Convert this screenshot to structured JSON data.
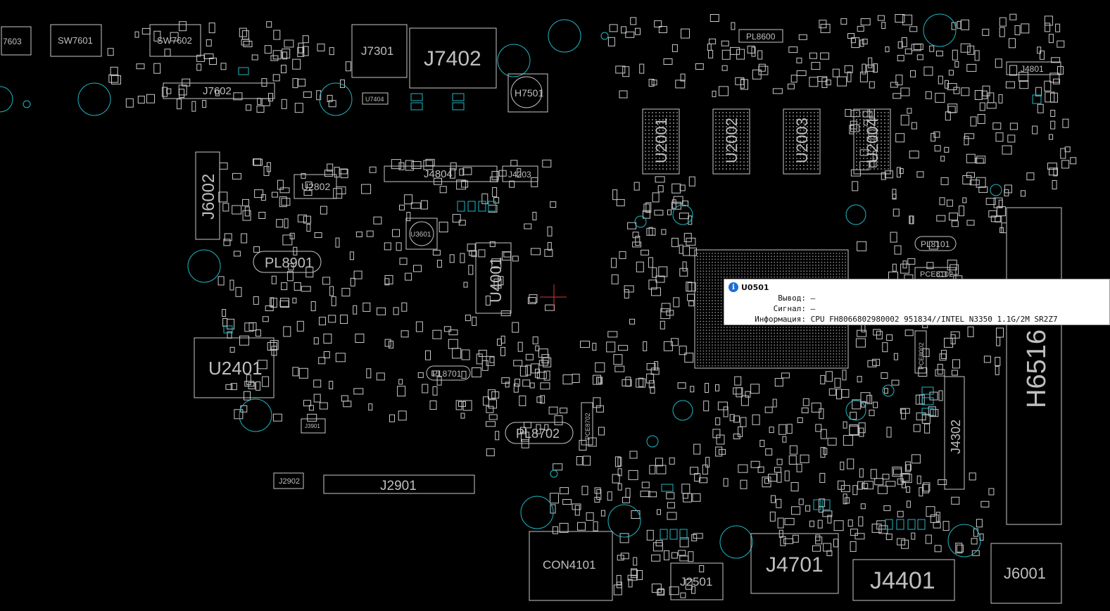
{
  "colors": {
    "outline": "#c8c8c8",
    "highlight": "#1fb8c4",
    "text": "#bfbfbf",
    "cursor": "#d23a3a"
  },
  "labels": {
    "sw7603": "7603",
    "sw7601": "SW7601",
    "sw7602": "SW7602",
    "j7602": "J7602",
    "j7301": "J7301",
    "j7402": "J7402",
    "h7501": "H7501",
    "u7404": "U7404",
    "pl8600": "PL8600",
    "j4801": "J4801",
    "j6002": "J6002",
    "u2802": "U2802",
    "j4804": "J4804",
    "j4203": "J4203",
    "u3601": "U3601",
    "u4001": "U4001",
    "pl8901": "PL8901",
    "u2401": "U2401",
    "pl8701": "PL8701",
    "pl8702": "PL8702",
    "pce8702": "PCE8702",
    "j2902": "J2902",
    "j2901": "J2901",
    "j3901": "J3901",
    "u2001": "U2001",
    "u2002": "U2002",
    "u2003": "U2003",
    "u2004": "U2004",
    "pl8101": "PL8101",
    "pce8102": "PCE8102",
    "h6516": "H6516",
    "j4302": "J4302",
    "pce8002": "PCE8002",
    "con4101": "CON4101",
    "j2501": "J2501",
    "j4701": "J4701",
    "j4401": "J4401",
    "j6001": "J6001"
  },
  "tooltip": {
    "icon": "info-icon",
    "title": "U0501",
    "rows": [
      {
        "key": "Вывод:",
        "value": "—"
      },
      {
        "key": "Сигнал:",
        "value": "—"
      },
      {
        "key": "Информация:",
        "value": "CPU FH8066802980002 951834//INTEL N3350 1.1G/2M SR2Z7"
      }
    ]
  }
}
